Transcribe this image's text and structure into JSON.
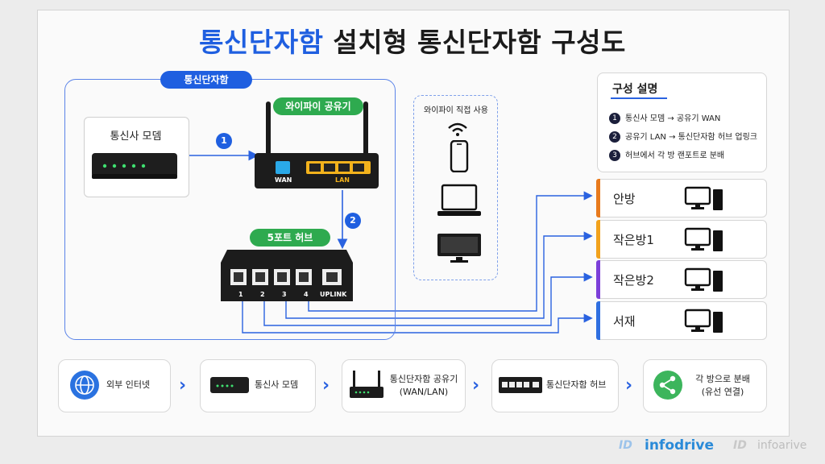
{
  "title": {
    "accent": "통신단자함",
    "rest": " 설치형 통신단자함 구성도"
  },
  "enclosure_label": "통신단자함",
  "modem": {
    "label": "통신사 모뎀"
  },
  "router": {
    "label": "와이파이 공유기",
    "wan": "WAN",
    "lan": "LAN"
  },
  "hub": {
    "label": "5포트 허브",
    "ports": [
      "1",
      "2",
      "3",
      "4",
      "UPLINK"
    ]
  },
  "steps": [
    "1",
    "2"
  ],
  "wifi_box": {
    "label": "와이파이 직접 사용"
  },
  "legend": {
    "title": "구성 설명",
    "items": [
      {
        "n": "1",
        "text": "통신사 모뎀 → 공유기 WAN"
      },
      {
        "n": "2",
        "text": "공유기 LAN → 통신단자함 허브 업링크"
      },
      {
        "n": "3",
        "text": "허브에서 각 방 랜포트로 분배"
      }
    ]
  },
  "rooms": [
    {
      "label": "안방",
      "color": "#e87a1c"
    },
    {
      "label": "작은방1",
      "color": "#f2a21c"
    },
    {
      "label": "작은방2",
      "color": "#7c3fd9"
    },
    {
      "label": "서재",
      "color": "#2f6fe0"
    }
  ],
  "flow": [
    {
      "label": "외부 인터넷"
    },
    {
      "label": "통신사 모뎀"
    },
    {
      "label": "통신단자함 공유기\n(WAN/LAN)"
    },
    {
      "label": "통신단자함 허브"
    },
    {
      "label": "각 방으로 분배\n(유선 연결)"
    }
  ],
  "watermark": {
    "brand": "infodrive",
    "brand2": "infoarive",
    "mark": "ID"
  },
  "colors": {
    "accent": "#1f5fe0",
    "line": "#2a62e0",
    "dark": "#1b1f3b",
    "green": "#3cb55c"
  }
}
